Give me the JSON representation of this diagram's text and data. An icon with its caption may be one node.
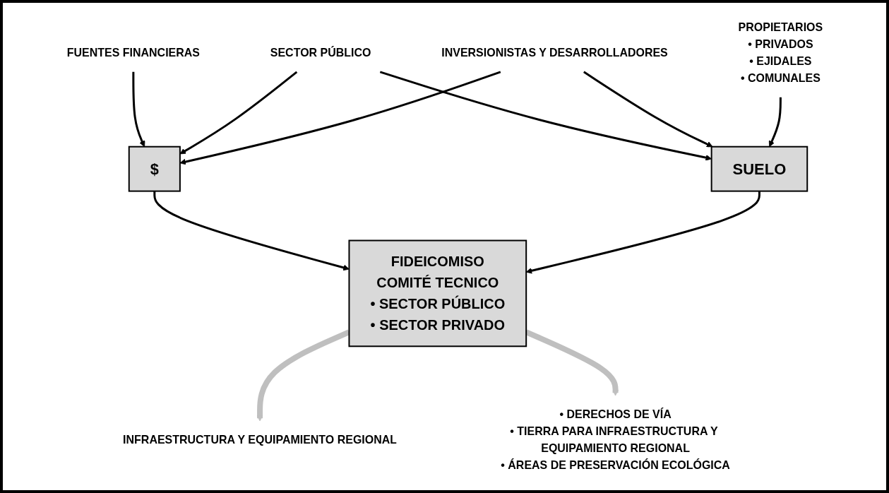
{
  "diagram": {
    "nodes": [
      {
        "text": [
          "FUENTES FINANCIERAS"
        ]
      },
      {
        "text": [
          "SECTOR PÚBLICO"
        ]
      },
      {
        "text": [
          "INVERSIONISTAS Y DESARROLLADORES"
        ]
      },
      {
        "text": [
          "PROPIETARIOS",
          "• PRIVADOS",
          "• EJIDALES",
          "• COMUNALES"
        ]
      },
      {
        "text": [
          "$"
        ]
      },
      {
        "text": [
          "SUELO"
        ]
      },
      {
        "text": [
          "FIDEICOMISO",
          "COMITÉ TECNICO",
          "• SECTOR PÚBLICO",
          "• SECTOR PRIVADO"
        ]
      },
      {
        "text": [
          "INFRAESTRUCTURA Y EQUIPAMIENTO REGIONAL"
        ]
      },
      {
        "text": [
          "• DERECHOS DE VÍA",
          "• TIERRA PARA INFRAESTRUCTURA Y EQUIPAMIENTO REGIONAL",
          "• ÁREAS DE PRESERVACIÓN ECOLÓGICA"
        ]
      }
    ],
    "edges": [
      {
        "from": 0,
        "to": 4,
        "arrow": "to"
      },
      {
        "from": 1,
        "to": 4,
        "arrow": "to"
      },
      {
        "from": 1,
        "to": 5,
        "arrow": "to"
      },
      {
        "from": 2,
        "to": 4,
        "arrow": "to"
      },
      {
        "from": 2,
        "to": 5,
        "arrow": "to"
      },
      {
        "from": 3,
        "to": 5,
        "arrow": "to"
      },
      {
        "from": 4,
        "to": 6,
        "arrow": "to"
      },
      {
        "from": 5,
        "to": 6,
        "arrow": "to"
      },
      {
        "from": 6,
        "to": 7,
        "arrow": "to",
        "style": "thick",
        "color": "#bfbfbf"
      },
      {
        "from": 6,
        "to": 8,
        "arrow": "to",
        "style": "thick",
        "color": "#bfbfbf"
      }
    ]
  }
}
